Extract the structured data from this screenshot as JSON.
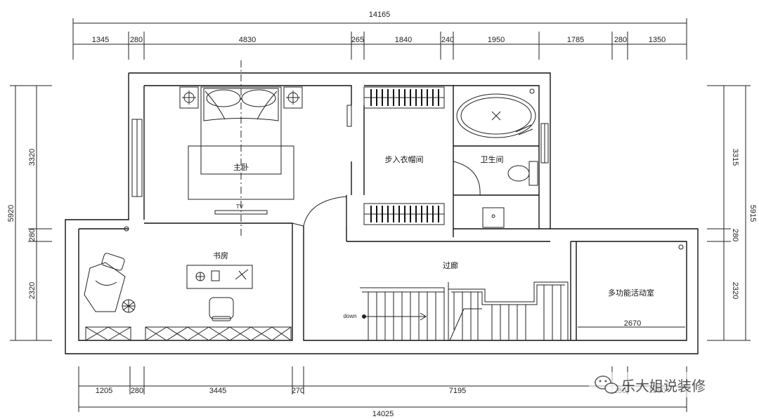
{
  "plan": {
    "top_total": "14165",
    "top_segments": [
      "1345",
      "280",
      "4830",
      "265",
      "1840",
      "240",
      "1950",
      "1785",
      "280",
      "1350"
    ],
    "bottom_total": "14025",
    "bottom_segments": [
      "1205",
      "280",
      "3445",
      "270",
      "7195",
      "280",
      "1350"
    ],
    "left_total": "5920",
    "left_segments": [
      "3320",
      "280",
      "2320"
    ],
    "right_total": "5915",
    "right_segments": [
      "3315",
      "280",
      "2320"
    ],
    "interior_dim": "2670"
  },
  "rooms": {
    "master_bedroom": "主卧",
    "walk_in_closet": "步入衣帽间",
    "bathroom": "卫生间",
    "study": "书房",
    "corridor": "过廊",
    "multi_room": "多功能活动室"
  },
  "labels": {
    "tv": "TV",
    "down": "down"
  },
  "watermark": {
    "text": "乐大姐说装修",
    "icon": "wechat-icon"
  },
  "colors": {
    "line": "#222222",
    "background": "#ffffff"
  }
}
